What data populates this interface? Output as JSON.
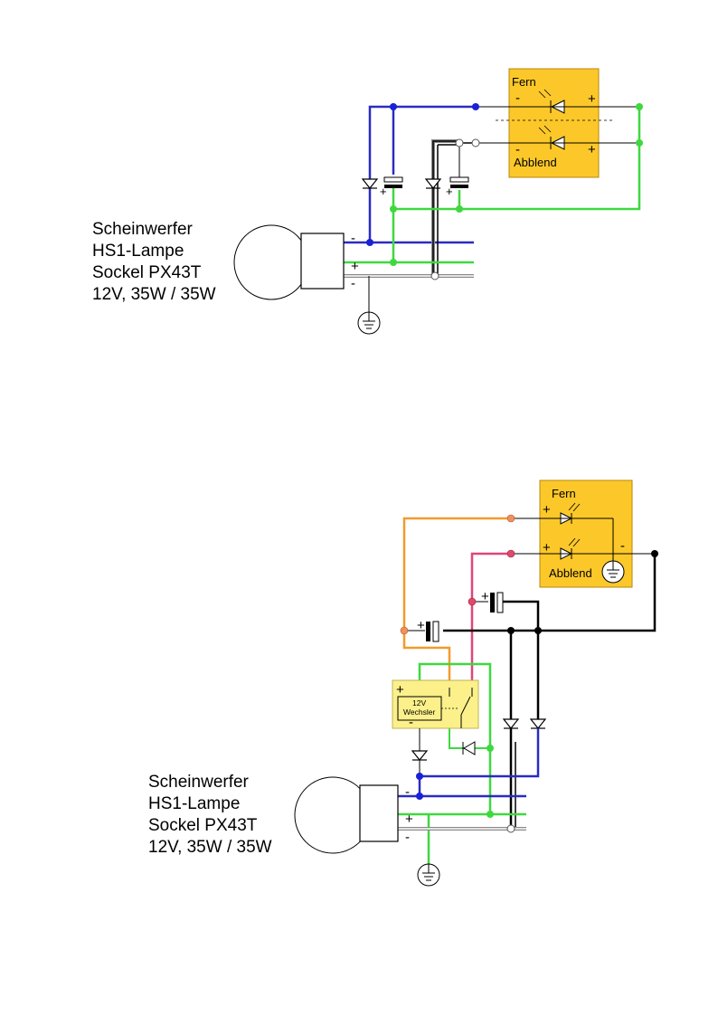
{
  "diagram_top": {
    "lamp_label": [
      "Scheinwerfer",
      "HS1-Lampe",
      "Sockel PX43T",
      "12V, 35W / 35W"
    ],
    "led_box": {
      "high_beam": "Fern",
      "low_beam": "Abblend"
    },
    "signs": {
      "minus": "-",
      "plus": "+"
    }
  },
  "diagram_bottom": {
    "lamp_label": [
      "Scheinwerfer",
      "HS1-Lampe",
      "Sockel PX43T",
      "12V, 35W / 35W"
    ],
    "led_box": {
      "high_beam": "Fern",
      "low_beam": "Abblend"
    },
    "relay": {
      "line1": "12V",
      "line2": "Wechsler"
    },
    "signs": {
      "minus": "-",
      "plus": "+"
    }
  },
  "colors": {
    "box_fill": "#fcc829",
    "box_border": "#b8860b",
    "relay_fill": "#fbf08a",
    "wire_blue": "#2b2bc4",
    "wire_green": "#3fd83f",
    "wire_black": "#000000",
    "wire_gray": "#8a8a8a",
    "wire_orange": "#f39a2c",
    "wire_pink": "#e0457a",
    "node_blue": "#1a22d6",
    "node_green": "#3fd83f",
    "node_red": "#e04a6a",
    "node_orange": "#f0905a"
  }
}
